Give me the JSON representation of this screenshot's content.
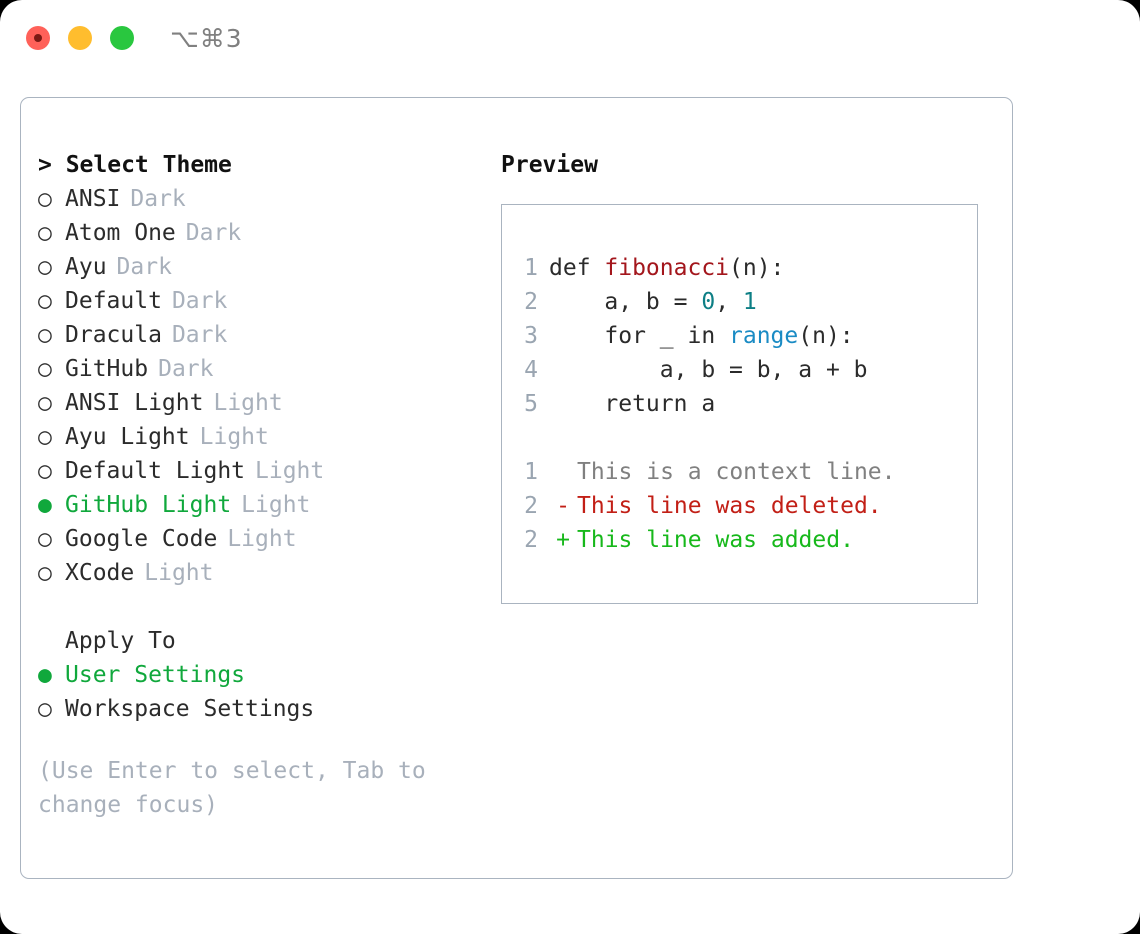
{
  "titlebar": {
    "shortcut": "⌥⌘3",
    "buttons": [
      {
        "name": "close",
        "color": "#ff6159"
      },
      {
        "name": "minimize",
        "color": "#ffbd2e"
      },
      {
        "name": "zoom",
        "color": "#29c73f"
      }
    ]
  },
  "theme_picker": {
    "title": "> Select Theme",
    "bullet_unselected": "○",
    "bullet_selected": "●",
    "options": [
      {
        "label": "ANSI",
        "tag": "Dark",
        "selected": false
      },
      {
        "label": "Atom One",
        "tag": "Dark",
        "selected": false
      },
      {
        "label": "Ayu",
        "tag": "Dark",
        "selected": false
      },
      {
        "label": "Default",
        "tag": "Dark",
        "selected": false
      },
      {
        "label": "Dracula",
        "tag": "Dark",
        "selected": false
      },
      {
        "label": "GitHub",
        "tag": "Dark",
        "selected": false
      },
      {
        "label": "ANSI Light",
        "tag": "Light",
        "selected": false
      },
      {
        "label": "Ayu Light",
        "tag": "Light",
        "selected": false
      },
      {
        "label": "Default Light",
        "tag": "Light",
        "selected": false
      },
      {
        "label": "GitHub Light",
        "tag": "Light",
        "selected": true
      },
      {
        "label": "Google Code",
        "tag": "Light",
        "selected": false
      },
      {
        "label": "XCode",
        "tag": "Light",
        "selected": false
      }
    ]
  },
  "apply_to": {
    "header": "Apply To",
    "options": [
      {
        "label": "User Settings",
        "selected": true
      },
      {
        "label": "Workspace Settings",
        "selected": false
      }
    ]
  },
  "hint": "(Use Enter to select, Tab to change focus)",
  "preview": {
    "title": "Preview",
    "code": [
      {
        "number": "1",
        "tokens": [
          {
            "text": "def ",
            "type": "plain"
          },
          {
            "text": "fibonacci",
            "type": "fn"
          },
          {
            "text": "(n):",
            "type": "plain"
          }
        ]
      },
      {
        "number": "2",
        "tokens": [
          {
            "text": "    a, b = ",
            "type": "plain"
          },
          {
            "text": "0",
            "type": "num"
          },
          {
            "text": ", ",
            "type": "plain"
          },
          {
            "text": "1",
            "type": "num"
          }
        ]
      },
      {
        "number": "3",
        "tokens": [
          {
            "text": "    for _ in ",
            "type": "plain"
          },
          {
            "text": "range",
            "type": "call"
          },
          {
            "text": "(n):",
            "type": "plain"
          }
        ]
      },
      {
        "number": "4",
        "tokens": [
          {
            "text": "        a, b = b, a + b",
            "type": "plain"
          }
        ]
      },
      {
        "number": "5",
        "tokens": [
          {
            "text": "    return a",
            "type": "plain"
          }
        ]
      }
    ],
    "diff": [
      {
        "number": "1",
        "marker": " ",
        "text": "This is a context line.",
        "kind": "context"
      },
      {
        "number": "2",
        "marker": "-",
        "text": "This line was deleted.",
        "kind": "deleted"
      },
      {
        "number": "2",
        "marker": "+",
        "text": "This line was added.",
        "kind": "added"
      }
    ]
  },
  "colors": {
    "accent_green": "#10a83c",
    "muted": "#a8b0bb",
    "border": "#aab4c0",
    "diff_add": "#17b81b",
    "diff_del": "#c21f16",
    "token_fn": "#a3161c",
    "token_num": "#0d7f85",
    "token_call": "#1a8bc4"
  }
}
